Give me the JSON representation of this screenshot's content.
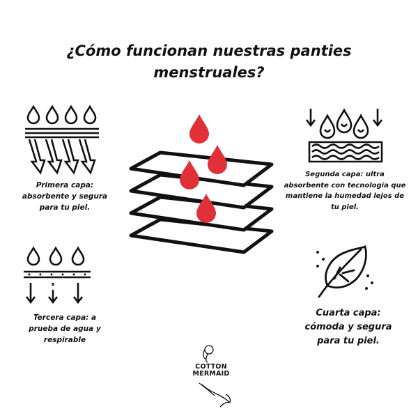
{
  "title": {
    "line1": "¿Cómo funcionan nuestras panties",
    "line2": "menstruales?"
  },
  "layers": {
    "first": [
      "Primera capa:",
      "absorbente y segura",
      "para tu piel."
    ],
    "second": [
      "Segunda capa: ultra",
      "absorbente con tecnología que",
      "mantiene la humedad lejos de",
      "tu piel."
    ],
    "third": [
      "Tercera capa: a",
      "prueba de agua y",
      "respirable"
    ],
    "fourth": [
      "Cuarta capa:",
      "cómoda y segura",
      "para tu piel."
    ]
  },
  "brand": {
    "line1": "COTTON",
    "line2": "MERMAID"
  },
  "colors": {
    "drop": "#e03038",
    "ink": "#111111"
  },
  "icons": [
    "drops-arrows-icon",
    "waves-drops-icon",
    "drops-barrier-icon",
    "feather-icon",
    "layers-drops-icon",
    "mermaid-logo"
  ]
}
